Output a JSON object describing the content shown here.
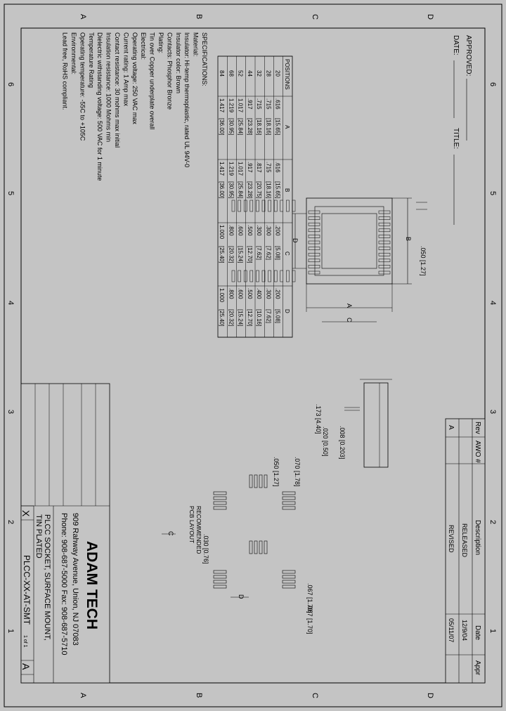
{
  "grid": {
    "columns": [
      "1",
      "2",
      "3",
      "4",
      "5",
      "6"
    ],
    "rows": [
      "A",
      "B",
      "C",
      "D"
    ]
  },
  "header": {
    "approved_label": "APPROVED:",
    "date_label": "DATE:",
    "title_label": "TITLE:"
  },
  "revision_table": {
    "headers": [
      "Rev",
      "AWO #",
      "Description",
      "Date",
      "Appr"
    ],
    "rows": [
      {
        "rev": "",
        "awo": "",
        "description": "RELEASED",
        "date": "12/9/04",
        "appr": ""
      },
      {
        "rev": "A",
        "awo": "",
        "description": "REVISED",
        "date": "05/11/07",
        "appr": ""
      }
    ]
  },
  "positions_table": {
    "headers": [
      "POSITIONS",
      "A",
      "B",
      "C",
      "D"
    ],
    "rows": [
      [
        "20",
        ".616",
        "[15.65]",
        ".616",
        "[15.65]",
        ".200",
        "[5.08]",
        ".200",
        "[5.08]"
      ],
      [
        "28",
        ".715",
        "[18.16]",
        ".715",
        "[18.16]",
        ".300",
        "[7.62]",
        ".300",
        "[7.62]"
      ],
      [
        "32",
        ".715",
        "[18.16]",
        ".817",
        "[20.75]",
        ".300",
        "[7.62]",
        ".400",
        "[10.16]"
      ],
      [
        "44",
        ".917",
        "[23.28]",
        ".917",
        "[23.28]",
        ".500",
        "[12.70]",
        ".500",
        "[12.70]"
      ],
      [
        "52",
        "1.017",
        "[25.84]",
        "1.017",
        "[25.84]",
        ".600",
        "[15.24]",
        ".600",
        "[15.24]"
      ],
      [
        "68",
        "1.219",
        "[30.95]",
        "1.219",
        "[30.95]",
        ".800",
        "[20.32]",
        ".800",
        "[20.32]"
      ],
      [
        "84",
        "1.417",
        "[36.00]",
        "1.417",
        "[36.00]",
        "1.000",
        "[25.40]",
        "1.000",
        "[25.40]"
      ]
    ]
  },
  "specifications": [
    "SPECIFICATIONS:",
    "Material:",
    "Insulator: Hi-temp thermoplastic, rated UL 94V-0",
    "Insulator color: Brown",
    "Contacts: Phosphor Bronze",
    "Plating:",
    "Tin over Copper underplate overall",
    "Electrical:",
    "Operating voltage: 250 VAC max",
    "Current rating: 1 Amp max",
    "Contact resistance: 30 mohms max initial",
    "Insulation resistance: 1000 Mohms min",
    "Dielectric withstanding voltage: 500 VAC for 1 minute",
    "Temperature Rating",
    "Operating temperature: -55C to +105C",
    "Environmental:",
    "Lead free, RoHS compliant."
  ],
  "dimensions": {
    "pitch": ".050 [1.27]",
    "height": ".173 [4.40]",
    "lead_thickness": ".008 [0.203]",
    "lead_width": ".020 [0.50]",
    "pad_pitch": ".050 [1.27]",
    "pad_length": ".070 [1.78]",
    "pad_width": ".030 [0.76]",
    "pad_spacing_c": ".067 [1.70]",
    "pad_spacing_d": ".067 [1.70]",
    "label_a": "A",
    "label_b": "B",
    "label_c": "C",
    "label_d": "D"
  },
  "pcb_layout": {
    "line1": "RECOMMENDED",
    "line2": "PCB LAYOUT"
  },
  "title_block": {
    "company": "ADAM TECH",
    "address": "909 Rahway Avenue, Union, NJ 07083",
    "phone": "Phone: 908-687-5000 Fax: 908-687-5710",
    "description_line1": "PLCC SOCKET, SURFACE MOUNT,",
    "description_line2": "TIN PLATED",
    "part_number": "PLCC-XX-AT-SMT",
    "scale": "X",
    "rev": "A",
    "sheet": "1 of 1"
  }
}
